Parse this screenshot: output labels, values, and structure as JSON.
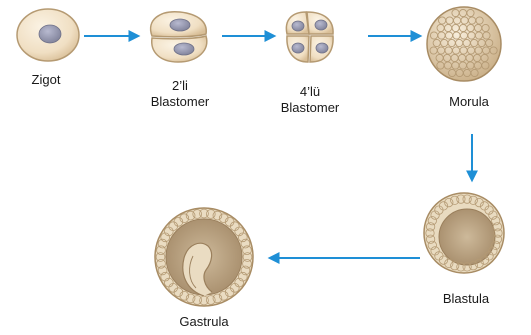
{
  "stages": [
    {
      "id": "zigot",
      "label_lines": [
        "Zigot"
      ]
    },
    {
      "id": "blastomer-2",
      "label_lines": [
        "2’li",
        "Blastomer"
      ]
    },
    {
      "id": "blastomer-4",
      "label_lines": [
        "4’lü",
        "Blastomer"
      ]
    },
    {
      "id": "morula",
      "label_lines": [
        "Morula"
      ]
    },
    {
      "id": "blastula",
      "label_lines": [
        "Blastula"
      ]
    },
    {
      "id": "gastrula",
      "label_lines": [
        "Gastrula"
      ]
    }
  ],
  "colors": {
    "arrow": "#1e8fd6",
    "cell_fill": "#f4e6cf",
    "cell_stroke": "#b59a72",
    "nucleus": "#9a9cb5",
    "morula_fill": "#ede0c8",
    "blastula_inner": "#d8c7a8"
  }
}
